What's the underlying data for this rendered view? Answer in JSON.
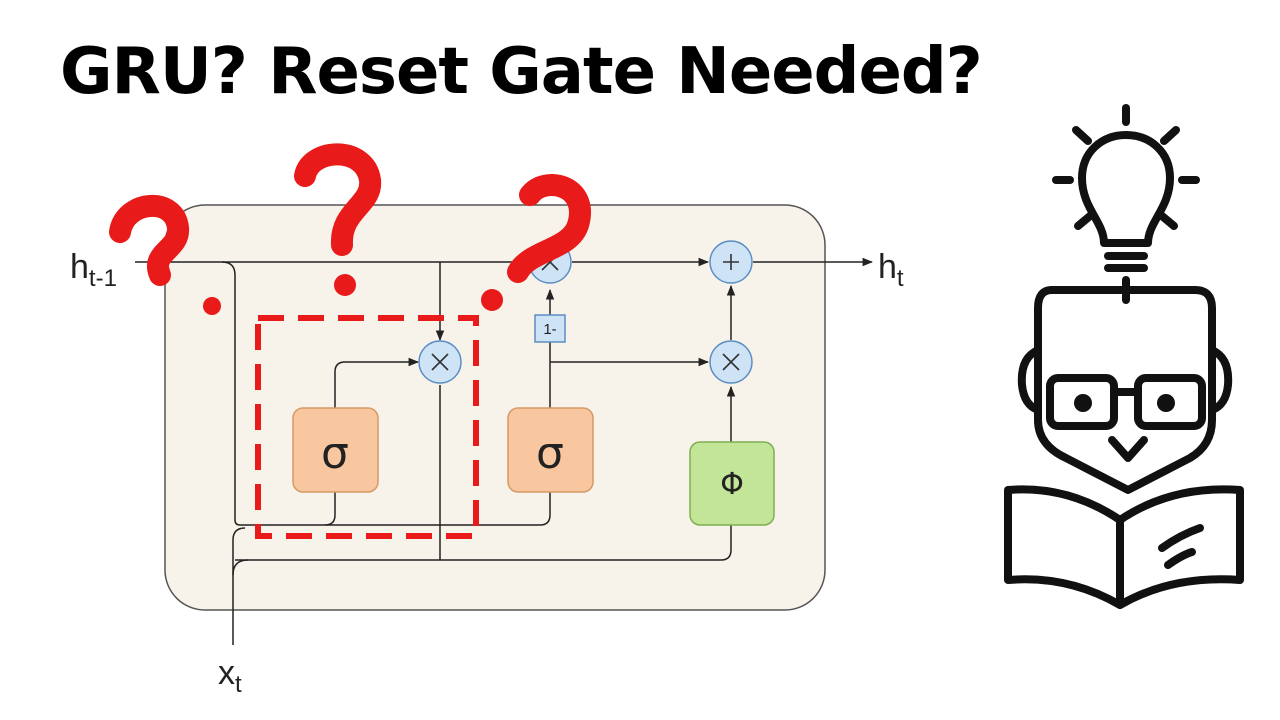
{
  "title": "GRU? Reset Gate Needed?",
  "diagram": {
    "inputs": {
      "h_prev_base": "h",
      "h_prev_sub": "t-1",
      "x_base": "x",
      "x_sub": "t"
    },
    "output": {
      "h_base": "h",
      "h_sub": "t"
    },
    "gates": {
      "reset_gate_label": "σ",
      "update_gate_label": "σ",
      "candidate_label": "Φ"
    },
    "ops": {
      "one_minus_label": "1-"
    }
  },
  "colors": {
    "cell_background": "#f7f3ea",
    "cell_border": "#555555",
    "sigma_gate_fill": "#f9c79f",
    "sigma_gate_stroke": "#d69a67",
    "tanh_gate_fill": "#c3e598",
    "tanh_gate_stroke": "#7fae52",
    "operator_fill": "#cfe3f7",
    "operator_stroke": "#5b8ec2",
    "highlight_red": "#e81a1a"
  },
  "icons": [
    "lightbulb-icon",
    "reading-professor-icon",
    "question-mark-icon"
  ]
}
